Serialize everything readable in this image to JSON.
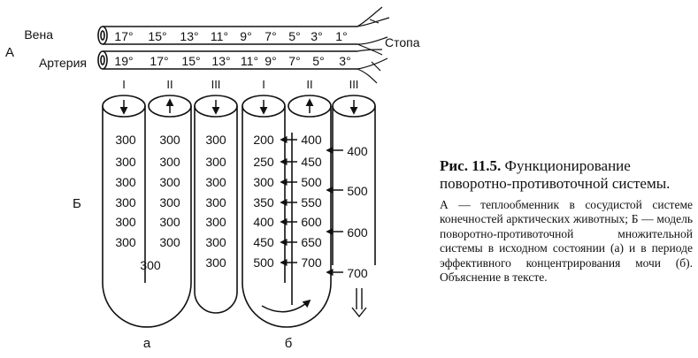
{
  "panel_a": {
    "letter": "А",
    "vein_label": "Вена",
    "artery_label": "Артерия",
    "foot_label": "Стопа",
    "vein_temps": [
      "17°",
      "15°",
      "13°",
      "11°",
      "9°",
      "7°",
      "5°",
      "3°",
      "1°"
    ],
    "artery_temps": [
      "19°",
      "17°",
      "15°",
      "13°",
      "11°",
      "9°",
      "7°",
      "5°",
      "3°"
    ]
  },
  "panel_b": {
    "letter": "Б",
    "model_a": {
      "label": "а",
      "tube_numerals": [
        "I",
        "II",
        "III"
      ],
      "col1": [
        "300",
        "300",
        "300",
        "300",
        "300",
        "300"
      ],
      "col1_bottom": "300",
      "col2": [
        "300",
        "300",
        "300",
        "300",
        "300",
        "300"
      ],
      "col3": [
        "300",
        "300",
        "300",
        "300",
        "300",
        "300",
        "300"
      ]
    },
    "model_b": {
      "label": "б",
      "tube_numerals": [
        "I",
        "II",
        "III"
      ],
      "col1": [
        "200",
        "250",
        "300",
        "350",
        "400",
        "450",
        "500"
      ],
      "col2": [
        "400",
        "450",
        "500",
        "550",
        "600",
        "650",
        "700"
      ],
      "col3": [
        "400",
        "500",
        "600",
        "700"
      ]
    }
  },
  "caption": {
    "title_bold": "Рис. 11.5.",
    "title_text": "Функционирование поворотно-противоточной системы.",
    "body": "А — теплообменник в сосудистой системе конечностей арктических животных; Б — модель поворотно-противоточной множительной системы в исходном состоянии (а) и в периоде эффективного концентрирования мочи (б). Объяснение в тексте."
  }
}
